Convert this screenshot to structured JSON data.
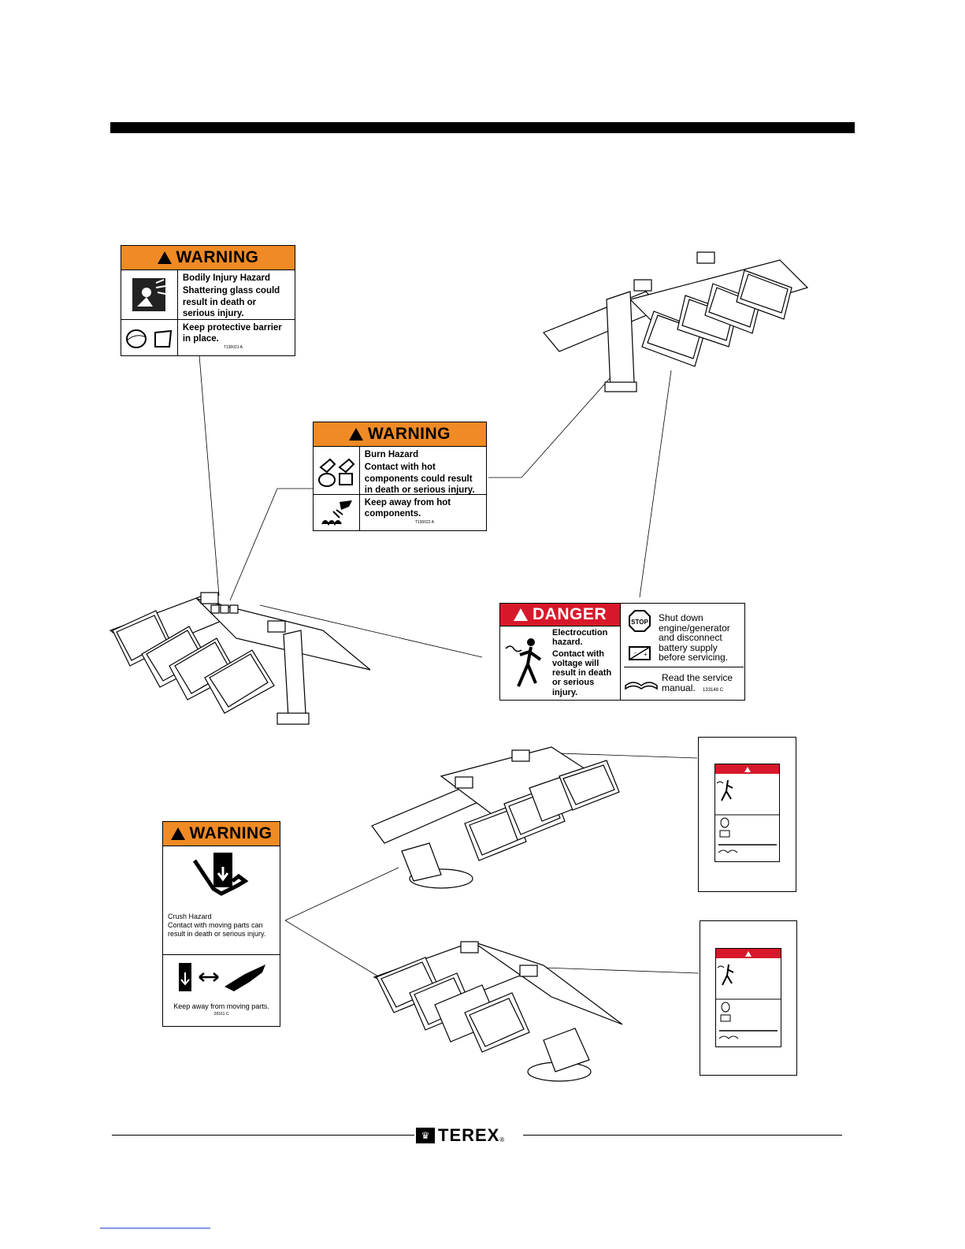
{
  "decals": {
    "glass": {
      "header": "WARNING",
      "title": "Bodily Injury Hazard",
      "body": "Shattering glass could result in death or serious injury.",
      "action": "Keep protective barrier in place.",
      "code": "T136021  A",
      "icons": [
        "shattering-glass-icon",
        "protective-barrier-icon"
      ]
    },
    "burn": {
      "header": "WARNING",
      "title": "Burn Hazard",
      "body": "Contact with hot components could result in death or serious injury.",
      "action": "Keep away from hot components.",
      "code": "T136022  A",
      "icons": [
        "hot-surface-hand-icon",
        "keep-away-hot-icon"
      ]
    },
    "danger": {
      "header": "DANGER",
      "title": "Electrocution hazard.",
      "body": "Contact with voltage will result in death or serious injury.",
      "shutdown": "Shut down engine/generator and disconnect battery supply before servicing.",
      "manual": "Read the service manual.",
      "code": "133148  C",
      "stop": "STOP",
      "icons": [
        "electrocution-icon",
        "stop-icon",
        "battery-icon",
        "manual-book-icon"
      ]
    },
    "crush": {
      "header": "WARNING",
      "title": "Crush Hazard",
      "body": "Contact with moving parts can result in death or serious injury.",
      "action": "Keep away from moving parts.",
      "code": "28161  C",
      "icons": [
        "crush-hand-icon",
        "keep-away-moving-parts-icon"
      ]
    }
  },
  "footer": {
    "brand": "TEREX",
    "registered": "®"
  },
  "colors": {
    "warning": "#f08a24",
    "danger": "#d7182a",
    "ink": "#000000"
  }
}
